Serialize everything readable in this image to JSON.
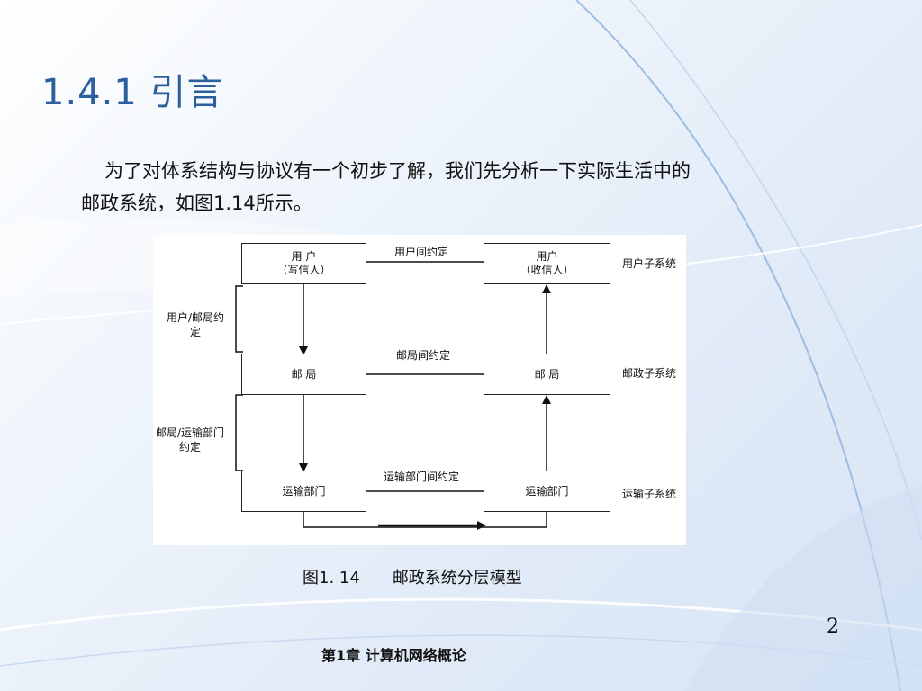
{
  "slide": {
    "title": "1.4.1 引言",
    "intro": "为了对体系结构与协议有一个初步了解，我们先分析一下实际生活中的邮政系统，如图1.14所示。",
    "page_number": "2",
    "footer": "第1章 计算机网络概论"
  },
  "figure": {
    "caption_number": "图1. 14",
    "caption_title": "邮政系统分层模型",
    "left_column": {
      "user_name": "用 户",
      "user_role": "（写信人）",
      "post": "邮 局",
      "transport": "运输部门"
    },
    "right_column": {
      "user_name": "用户",
      "user_role": "（收信人）",
      "post": "邮 局",
      "transport": "运输部门"
    },
    "peer_agreements": {
      "user": "用户间约定",
      "post": "邮局间约定",
      "transport": "运输部门间约定"
    },
    "vertical_agreements": {
      "user_post_line1": "用户/邮局约",
      "user_post_line2": "定",
      "post_transport_line1": "邮局/运输部门",
      "post_transport_line2": "约定"
    },
    "subsystems": {
      "user": "用户子系统",
      "post": "邮政子系统",
      "transport": "运输子系统"
    }
  },
  "colors": {
    "title": "#2b5f9e",
    "background_accent": "#bcd3ee"
  }
}
